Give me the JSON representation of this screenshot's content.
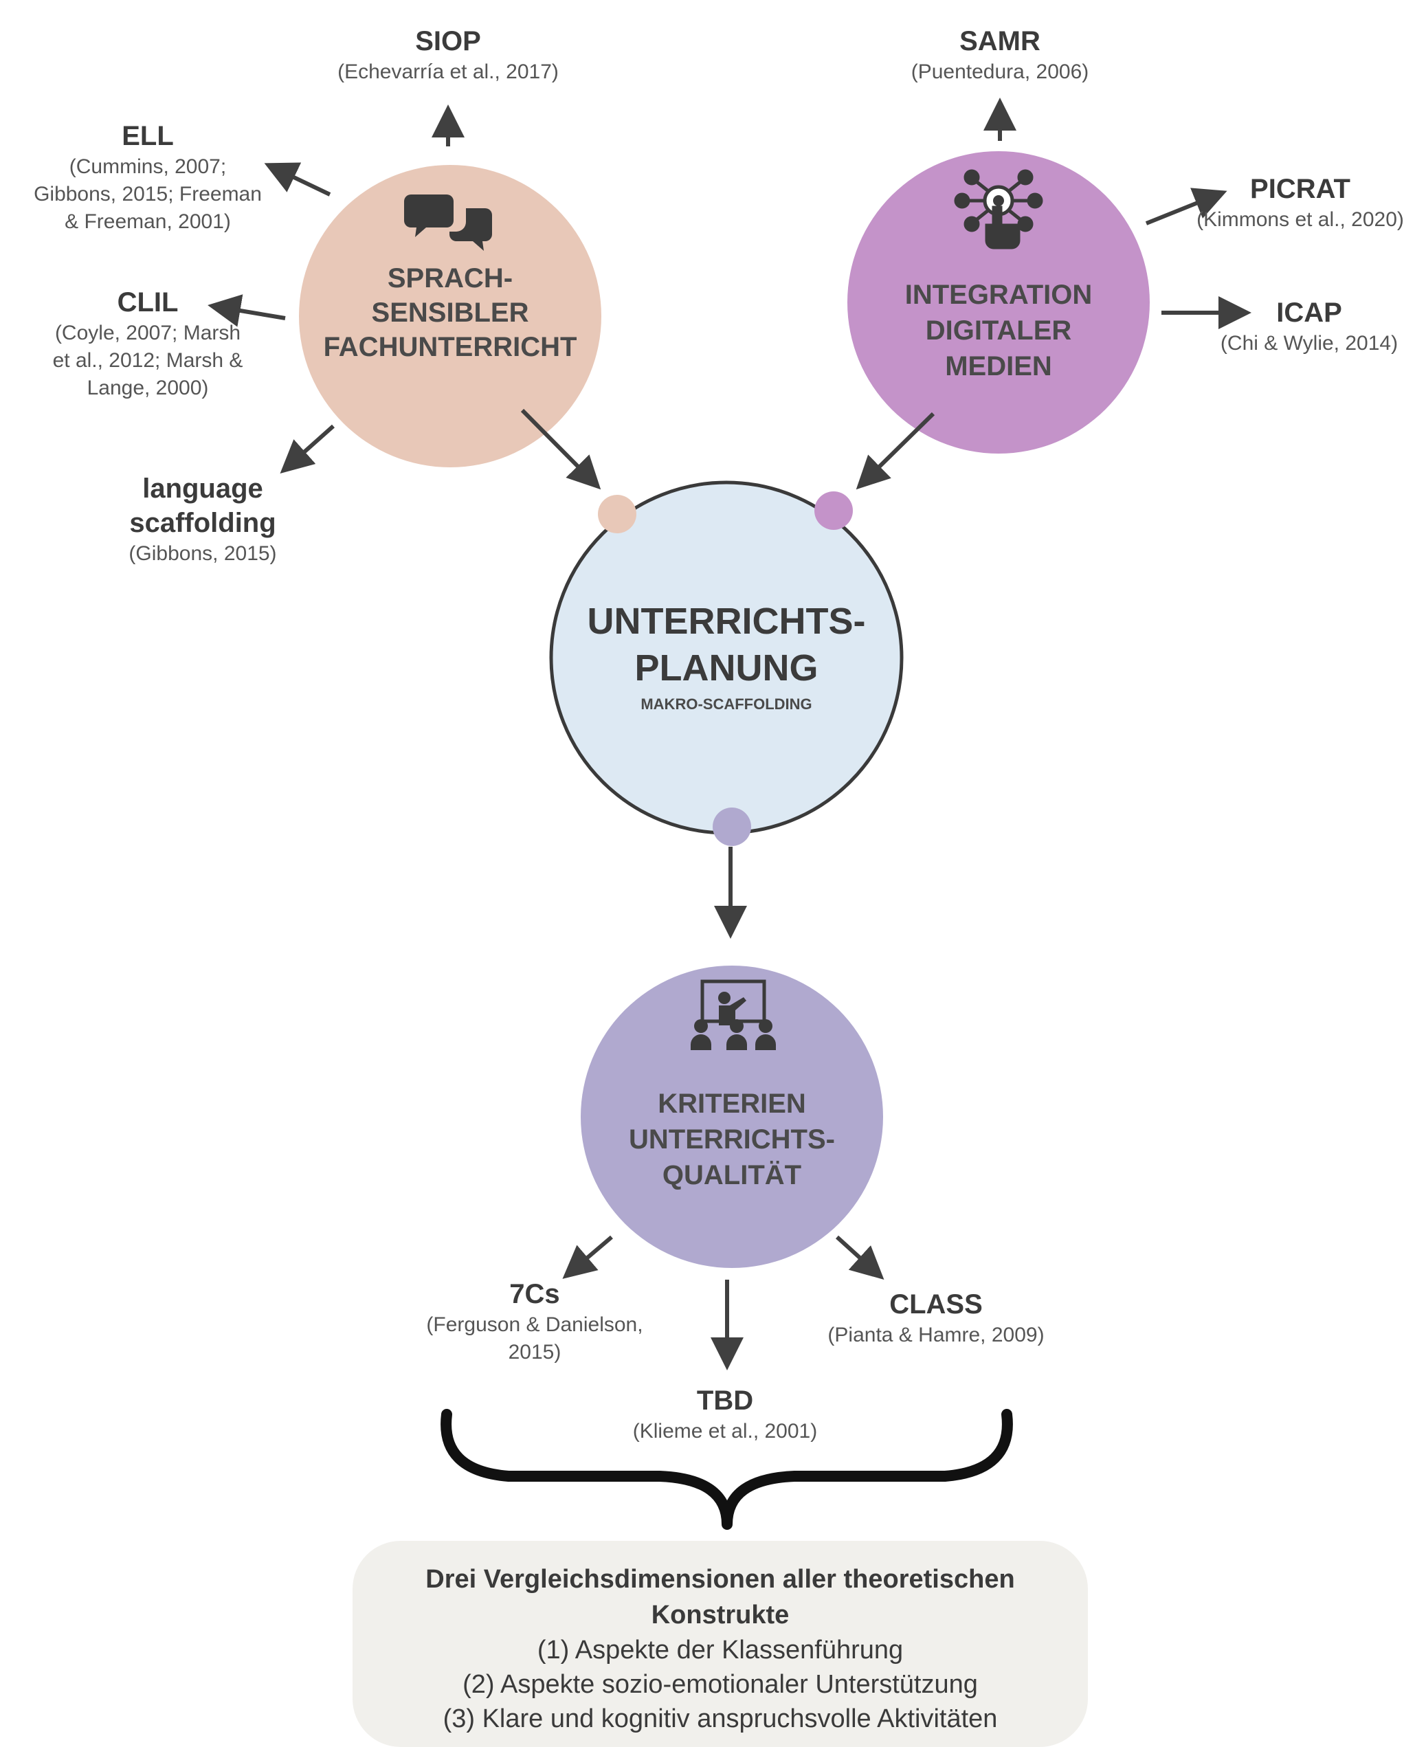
{
  "colors": {
    "sprach": "#e8c8b8",
    "digital": "#c493c9",
    "planung": "#dde9f3",
    "kriterien": "#b0a9cf",
    "box": "#f1f0ec",
    "arrow": "#404040"
  },
  "icons": {
    "sprach": "chat-bubbles-icon",
    "digital": "digital-network-hand-icon",
    "kriterien": "classroom-teacher-icon"
  },
  "nodes": {
    "sprach": "SPRACH-\nSENSIBLER\nFACHUNTERRICHT",
    "digital": "INTEGRATION\nDIGITALER\nMEDIEN",
    "planung": {
      "title": "UNTERRICHTS-\nPLANUNG",
      "sub": "MAKRO-SCAFFOLDING"
    },
    "kriterien": "KRITERIEN\nUNTERRICHTS-\nQUALITÄT"
  },
  "concepts": {
    "siop": {
      "title": "SIOP",
      "cite": "(Echevarría et al., 2017)"
    },
    "ell": {
      "title": "ELL",
      "cite": "(Cummins, 2007;\nGibbons, 2015; Freeman\n& Freeman, 2001)"
    },
    "clil": {
      "title": "CLIL",
      "cite": "(Coyle, 2007; Marsh\net al., 2012; Marsh &\nLange, 2000)"
    },
    "scaffolding": {
      "title": "language\nscaffolding",
      "cite": "(Gibbons, 2015)"
    },
    "samr": {
      "title": "SAMR",
      "cite": "(Puentedura, 2006)"
    },
    "picrat": {
      "title": "PICRAT",
      "cite": "(Kimmons et al., 2020)"
    },
    "icap": {
      "title": "ICAP",
      "cite": "(Chi & Wylie, 2014)"
    },
    "sevencs": {
      "title": "7Cs",
      "cite": "(Ferguson & Danielson,\n2015)"
    },
    "class": {
      "title": "CLASS",
      "cite": "(Pianta & Hamre, 2009)"
    },
    "tbd": {
      "title": "TBD",
      "cite": "(Klieme et al., 2001)"
    }
  },
  "summary": {
    "title": "Drei Vergleichsdimensionen aller theoretischen\nKonstrukte",
    "items": [
      "(1) Aspekte der Klassenführung",
      "(2) Aspekte sozio-emotionaler Unterstützung",
      "(3) Klare und kognitiv anspruchsvolle Aktivitäten"
    ]
  }
}
